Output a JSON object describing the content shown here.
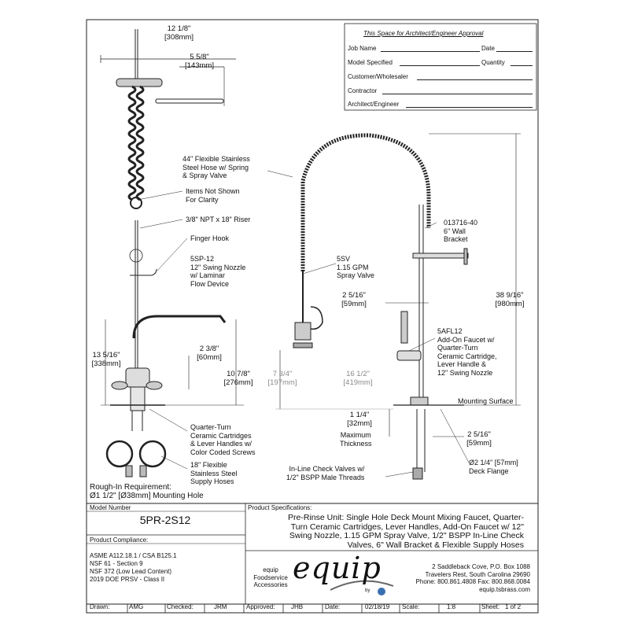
{
  "approval": {
    "title": "This Space for Architect/Engineer Approval",
    "job_name": "Job Name",
    "date": "Date",
    "model_specified": "Model Specified",
    "quantity": "Quantity",
    "customer": "Customer/Wholesaler",
    "contractor": "Contractor",
    "architect": "Architect/Engineer"
  },
  "dims": {
    "top_width_in": "12 1/8\"",
    "top_width_mm": "[308mm]",
    "arm_in": "5 5/8\"",
    "arm_mm": "[143mm]",
    "height_in": "13 5/16\"",
    "height_mm": "[338mm]",
    "d238_in": "2 3/8\"",
    "d238_mm": "[60mm]",
    "d1078_in": "10 7/8\"",
    "d1078_mm": "[276mm]",
    "d734_in": "7 3/4\"",
    "d734_mm": "[197mm]",
    "d1612_in": "16 1/2\"",
    "d1612_mm": "[419mm]",
    "d2516a_in": "2 5/16\"",
    "d2516a_mm": "[59mm]",
    "d3898_in": "38 9/16\"",
    "d3898_mm": "[980mm]",
    "d114_in": "1 1/4\"",
    "d114_mm": "[32mm]",
    "d2516b_in": "2 5/16\"",
    "d2516b_mm": "[59mm]"
  },
  "callouts": {
    "hose": [
      "44\" Flexible Stainless",
      "Steel Hose w/ Spring",
      "& Spray Valve"
    ],
    "items": [
      "Items Not Shown",
      "For Clarity"
    ],
    "riser": "3/8\" NPT x 18\" Riser",
    "finger": "Finger Hook",
    "nozzle": [
      "5SP-12",
      "12\" Swing Nozzle",
      "w/ Laminar",
      "Flow Device"
    ],
    "spray": [
      "5SV",
      "1.15 GPM",
      "Spray Valve"
    ],
    "bracket": [
      "013716-40",
      "6\" Wall",
      "Bracket"
    ],
    "addon": [
      "5AFL12",
      "Add-On Faucet w/",
      "Quarter-Turn",
      "Ceramic Cartridge,",
      "Lever Handle &",
      "12\" Swing Nozzle"
    ],
    "mounting": "Mounting Surface",
    "max_thick": [
      "Maximum",
      "Thickness"
    ],
    "flange": [
      "Ø2 1/4\" [57mm]",
      "Deck Flange"
    ],
    "checkvalves": [
      "In-Line Check Valves w/",
      "1/2\" BSPP Male Threads"
    ],
    "cartridges": [
      "Quarter-Turn",
      "Ceramic Cartridges",
      "& Lever Handles w/",
      "Color Coded Screws"
    ],
    "supply": [
      "18\" Flexible",
      "Stainless Steel",
      "Supply Hoses"
    ],
    "roughin": [
      "Rough-In Requirement:",
      "Ø1 1/2\" [Ø38mm] Mounting Hole"
    ]
  },
  "model": {
    "label": "Model Number",
    "number": "5PR-2S12"
  },
  "specs": {
    "label": "Product Specifications:",
    "lines": [
      "Pre-Rinse Unit: Single Hole Deck Mount Mixing Faucet, Quarter-",
      "Turn Ceramic Cartridges, Lever Handles, Add-On Faucet w/ 12\"",
      "Swing Nozzle, 1.15 GPM Spray Valve, 1/2\" BSPP In-Line Check",
      "Valves, 6\" Wall Bracket & Flexible Supply Hoses"
    ]
  },
  "compliance": {
    "label": "Product Compliance:",
    "lines": [
      "ASME A112.18.1 / CSA B125.1",
      "NSF 61 - Section 9",
      "NSF 372 (Low Lead Content)",
      "2019 DOE PRSV - Class II"
    ]
  },
  "brand": {
    "left_lines": [
      "equip",
      "Foodservice",
      "Accessories"
    ],
    "logo": "equip",
    "by": "by",
    "address": [
      "2 Saddleback Cove, P.O. Box 1088",
      "Travelers Rest, South Carolina 29690",
      "Phone: 800.861.4808  Fax: 800.868.0084",
      "equip.tsbrass.com"
    ]
  },
  "titleblock": {
    "drawn_label": "Drawn:",
    "drawn": "AMG",
    "checked_label": "Checked:",
    "checked": "JRM",
    "approved_label": "Approved:",
    "approved": "JHB",
    "date_label": "Date:",
    "date": "02/18/19",
    "scale_label": "Scale:",
    "scale": "1:8",
    "sheet_label": "Sheet:",
    "sheet": "1  of  2"
  }
}
